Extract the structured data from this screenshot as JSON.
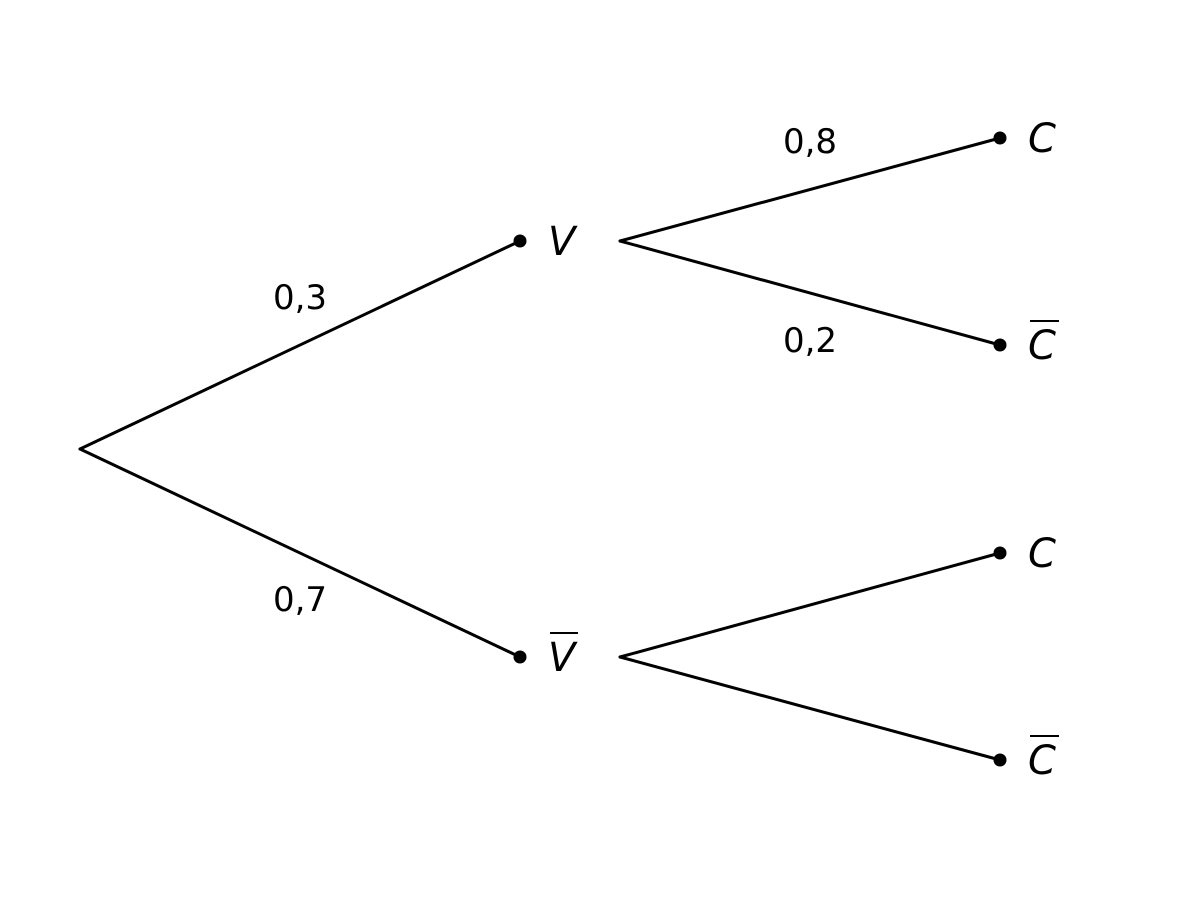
{
  "tree": {
    "level1": {
      "top": {
        "event": "V",
        "negated": false,
        "probability": "0,3"
      },
      "bottom": {
        "event": "V",
        "negated": true,
        "probability": "0,7"
      }
    },
    "level2": {
      "top_top": {
        "event": "C",
        "negated": false,
        "probability": "0,8"
      },
      "top_bottom": {
        "event": "C",
        "negated": true,
        "probability": "0,2"
      },
      "bottom_top": {
        "event": "C",
        "negated": false,
        "probability": ""
      },
      "bottom_bottom": {
        "event": "C",
        "negated": true,
        "probability": ""
      }
    }
  }
}
